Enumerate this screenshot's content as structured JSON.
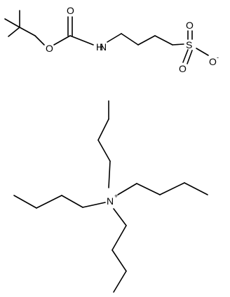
{
  "atoms": {
    "carbonyl_o": "O",
    "ester_o": "O",
    "amine_n": "N",
    "amine_h": "H",
    "sulfur": "S",
    "sulfonyl_o1": "O",
    "sulfonyl_o2": "O",
    "sulfonate_o": "O",
    "sulfonate_charge": "-",
    "ammonium_n": "N",
    "ammonium_charge": "+"
  }
}
